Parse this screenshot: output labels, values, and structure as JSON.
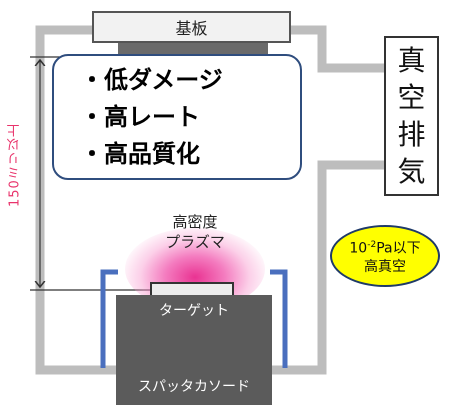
{
  "distance_label": "150ミリ以上",
  "substrate_label": "基板",
  "features": [
    "・低ダメージ",
    "・高レート",
    "・高品質化"
  ],
  "exhaust_label": [
    "真",
    "空",
    "排",
    "気"
  ],
  "plasma_label": [
    "高密度",
    "プラズマ"
  ],
  "vacuum_badge": {
    "line1_base": "10",
    "line1_exp": "-2",
    "line1_rest": "Pa以下",
    "line2": "高真空"
  },
  "target_label": "ターゲット",
  "cathode_label": "スパッタカソード",
  "colors": {
    "chamber_wall": "#bdbdbd",
    "shield": "#4a6fbe",
    "plasma": "#e8288c",
    "badge": "#ffff00",
    "distance_label": "#e8336b"
  }
}
